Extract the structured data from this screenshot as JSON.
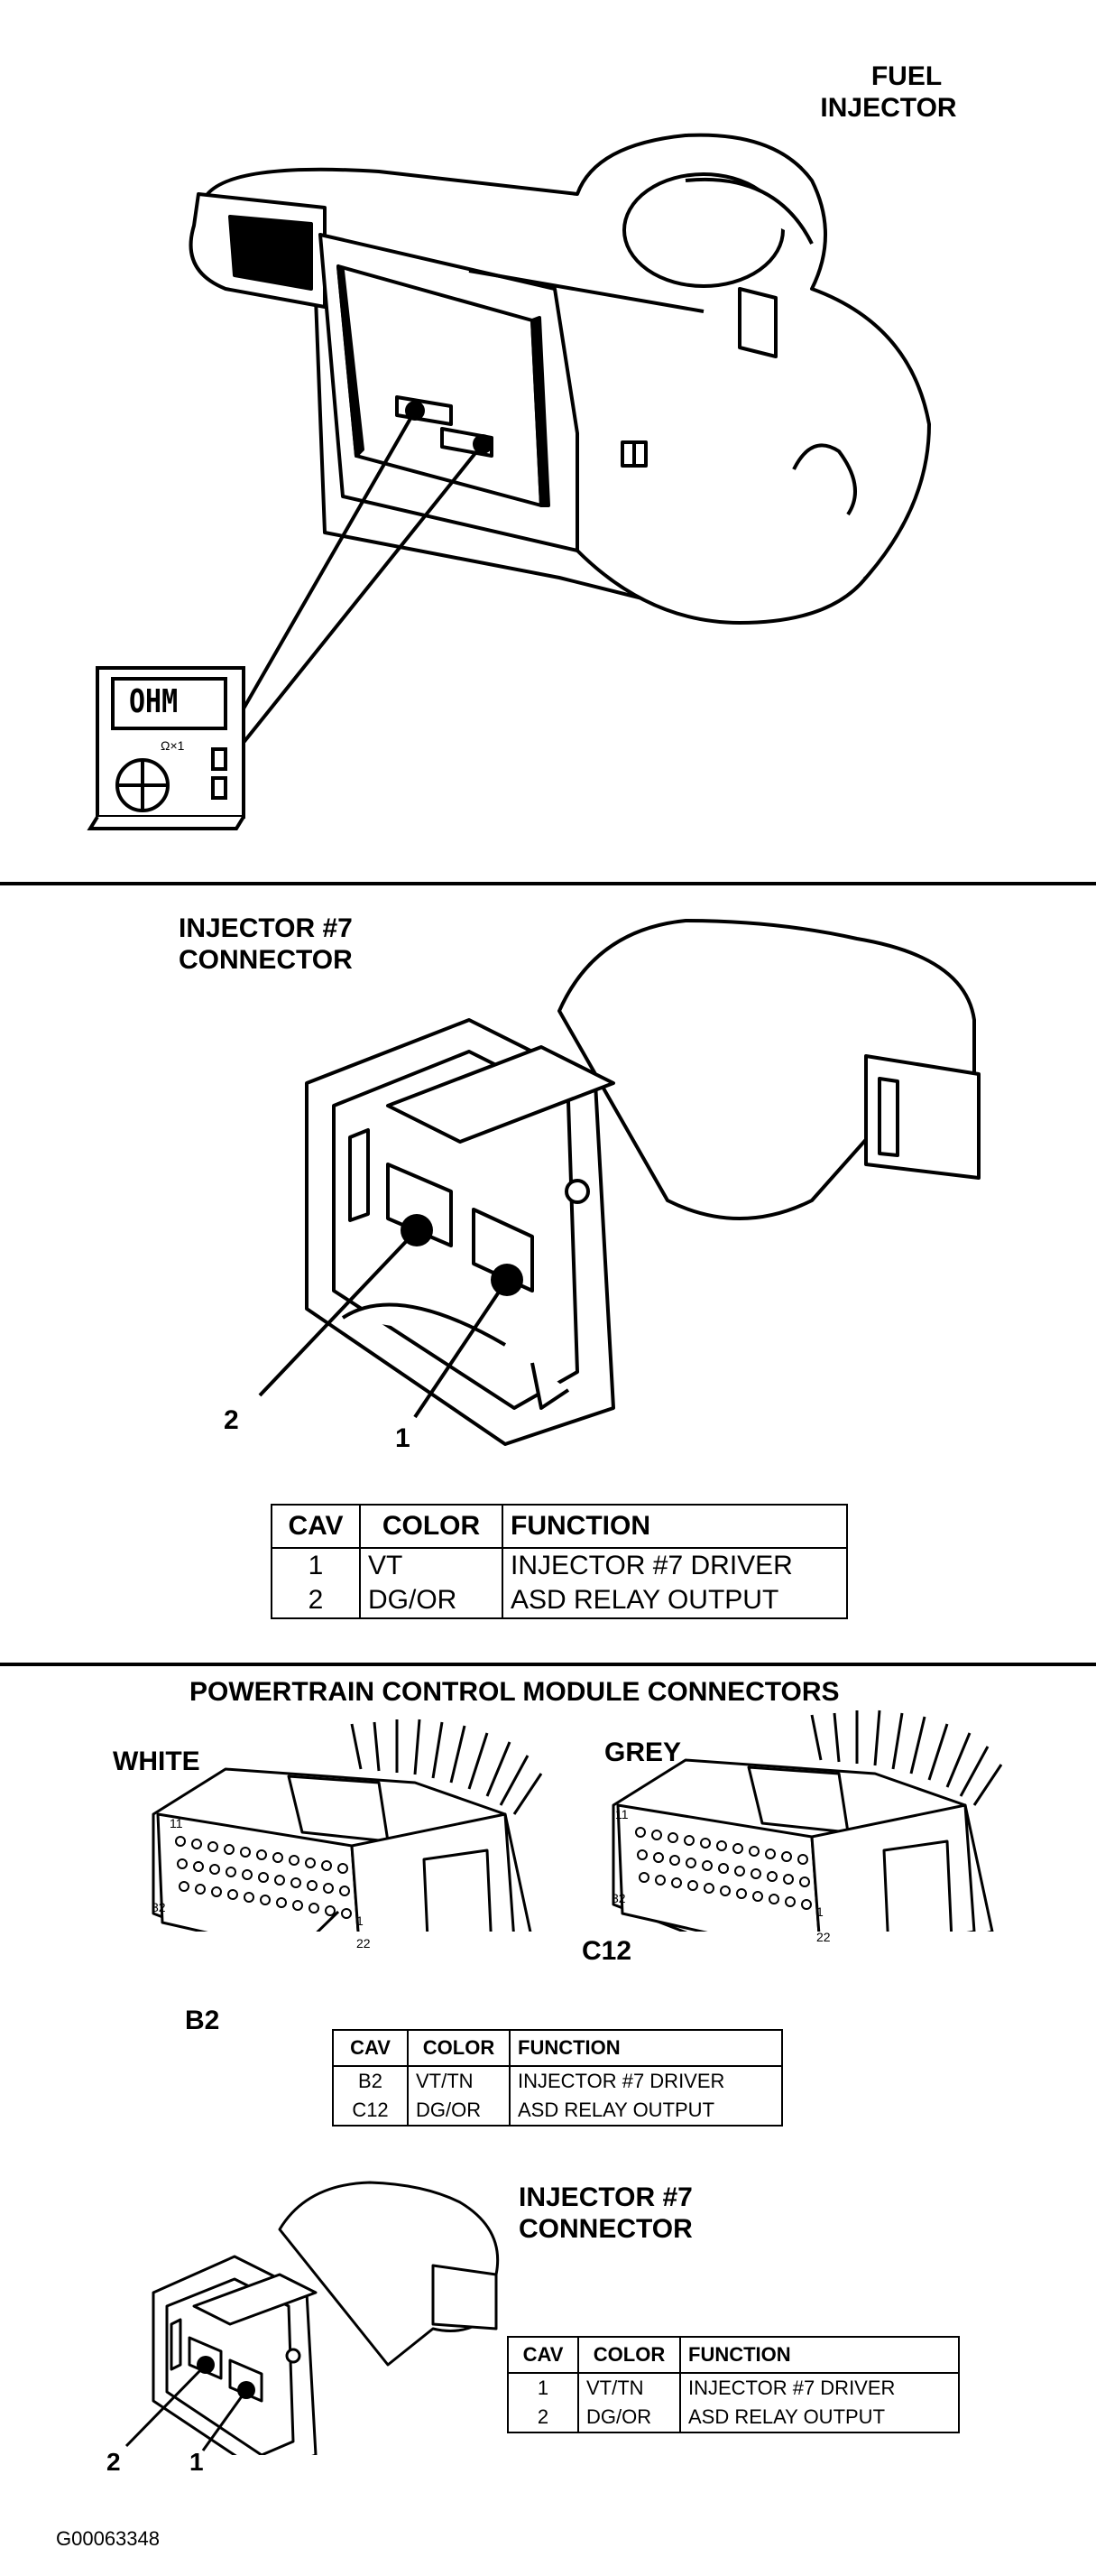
{
  "section1": {
    "title_line1": "FUEL",
    "title_line2": "INJECTOR",
    "meter_display": "OHM",
    "meter_scale": "Ω×1"
  },
  "section2": {
    "title_line1": "INJECTOR #7",
    "title_line2": "CONNECTOR",
    "pin_labels": [
      "2",
      "1"
    ],
    "table": {
      "headers": [
        "CAV",
        "COLOR",
        "FUNCTION"
      ],
      "rows": [
        [
          "1",
          "VT",
          "INJECTOR #7 DRIVER"
        ],
        [
          "2",
          "DG/OR",
          "ASD RELAY OUTPUT"
        ]
      ]
    }
  },
  "section3": {
    "title": "POWERTRAIN CONTROL MODULE CONNECTORS",
    "white_label": "WHITE",
    "grey_label": "GREY",
    "pin_callouts": {
      "white": "B2",
      "grey": "C12"
    },
    "pin_numbers": [
      "11",
      "32",
      "1",
      "22"
    ],
    "table": {
      "headers": [
        "CAV",
        "COLOR",
        "FUNCTION"
      ],
      "rows": [
        [
          "B2",
          "VT/TN",
          "INJECTOR #7 DRIVER"
        ],
        [
          "C12",
          "DG/OR",
          "ASD RELAY OUTPUT"
        ]
      ]
    }
  },
  "section4": {
    "title_line1": "INJECTOR #7",
    "title_line2": "CONNECTOR",
    "pin_labels": [
      "2",
      "1"
    ],
    "table": {
      "headers": [
        "CAV",
        "COLOR",
        "FUNCTION"
      ],
      "rows": [
        [
          "1",
          "VT/TN",
          "INJECTOR #7 DRIVER"
        ],
        [
          "2",
          "DG/OR",
          "ASD RELAY OUTPUT"
        ]
      ]
    }
  },
  "figure_code": "G00063348"
}
